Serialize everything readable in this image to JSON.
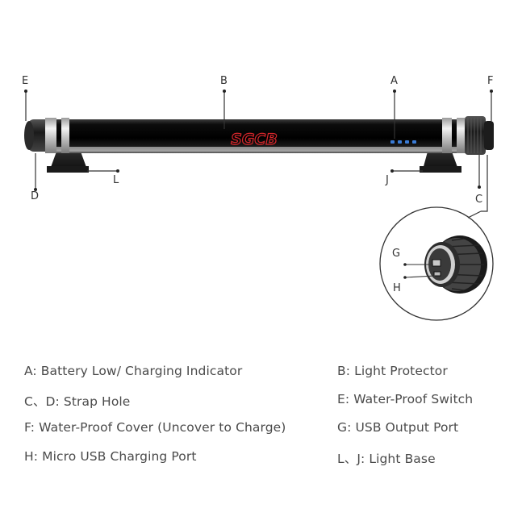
{
  "brand": {
    "logo_text": "SGCB"
  },
  "callouts": {
    "A": "A",
    "B": "B",
    "C": "C",
    "D": "D",
    "E": "E",
    "F": "F",
    "G": "G",
    "H": "H",
    "J": "J",
    "L": "L"
  },
  "legend": {
    "left": [
      "A: Battery Low/ Charging Indicator",
      "C、D: Strap Hole",
      "F: Water-Proof Cover (Uncover to Charge)",
      "H: Micro USB Charging Port"
    ],
    "right": [
      "B: Light Protector",
      "E: Water-Proof Switch",
      "G: USB Output Port",
      "L、J: Light Base"
    ]
  },
  "colors": {
    "tube_dark": "#111111",
    "ring_silver": "#c8c8c8",
    "logo_red": "#d6262b",
    "indicator_blue": "#3a7bd5",
    "leader_line": "#333333"
  }
}
